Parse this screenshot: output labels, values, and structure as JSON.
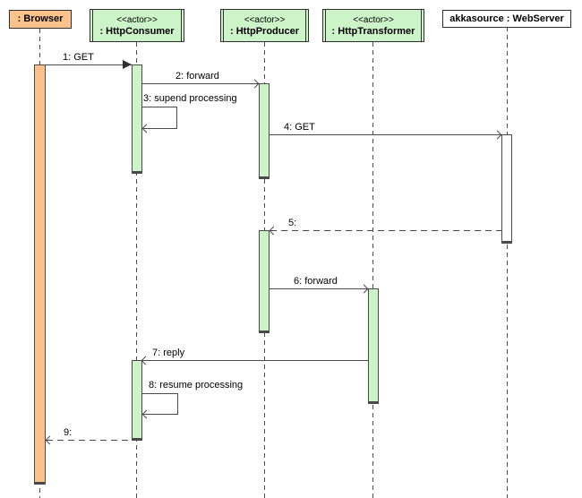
{
  "colors": {
    "orange-fill": "#FBC28B",
    "green-fill": "#CDF4C8",
    "white-fill": "#FFFFFF",
    "line": "#4a4a4a",
    "text": "#000000"
  },
  "participants": [
    {
      "stereotype": "",
      "name": ": Browser"
    },
    {
      "stereotype": "<<actor>>",
      "name": ": HttpConsumer"
    },
    {
      "stereotype": "<<actor>>",
      "name": ": HttpProducer"
    },
    {
      "stereotype": "<<actor>>",
      "name": ": HttpTransformer"
    },
    {
      "stereotype": "",
      "name": "akkasource : WebServer"
    }
  ],
  "messages": [
    {
      "label": "1: GET",
      "type": "sync-call"
    },
    {
      "label": "2: forward",
      "type": "async-call"
    },
    {
      "label": "3: supend processing",
      "type": "self-call"
    },
    {
      "label": "4: GET",
      "type": "async-call"
    },
    {
      "label": "5:",
      "type": "dashed-return"
    },
    {
      "label": "6: forward",
      "type": "async-call"
    },
    {
      "label": "7: reply",
      "type": "async-call"
    },
    {
      "label": "8: resume processing",
      "type": "self-call"
    },
    {
      "label": "9:",
      "type": "dashed-return"
    }
  ]
}
